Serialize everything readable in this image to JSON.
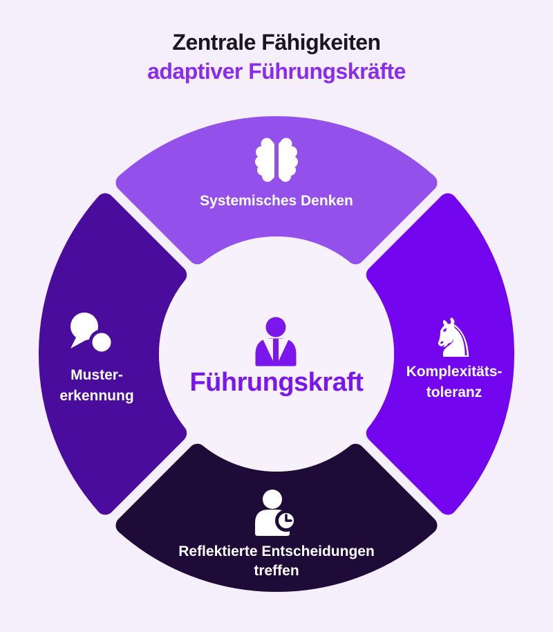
{
  "page": {
    "background": "#F4EFFA",
    "surface": "#F6F1FB",
    "label_color": "#FFFFFF"
  },
  "title": {
    "line1": "Zentrale Fähigkeiten",
    "line2": "adaptiver Führungskräfte",
    "line1_color": "#1B1523",
    "line2_color": "#8A2BED"
  },
  "center": {
    "label": "Führungskraft",
    "color": "#7B17EC",
    "icon": "person-icon"
  },
  "segments": [
    {
      "position": "top",
      "label_lines": [
        "Systemisches Denken"
      ],
      "color": "#9350EA",
      "icon": "brain-icon"
    },
    {
      "position": "right",
      "label_lines": [
        "Komplexitäts-",
        "toleranz"
      ],
      "color": "#7306EF",
      "icon": "knight-icon"
    },
    {
      "position": "bottom",
      "label_lines": [
        "Reflektierte Entscheidungen",
        "treffen"
      ],
      "color": "#1F0B38",
      "icon": "person-clock-icon"
    },
    {
      "position": "left",
      "label_lines": [
        "Muster-",
        "erkennung"
      ],
      "color": "#4A0C9C",
      "icon": "chat-bubbles-icon"
    }
  ],
  "icons": {
    "knight_glyph": "♞"
  }
}
